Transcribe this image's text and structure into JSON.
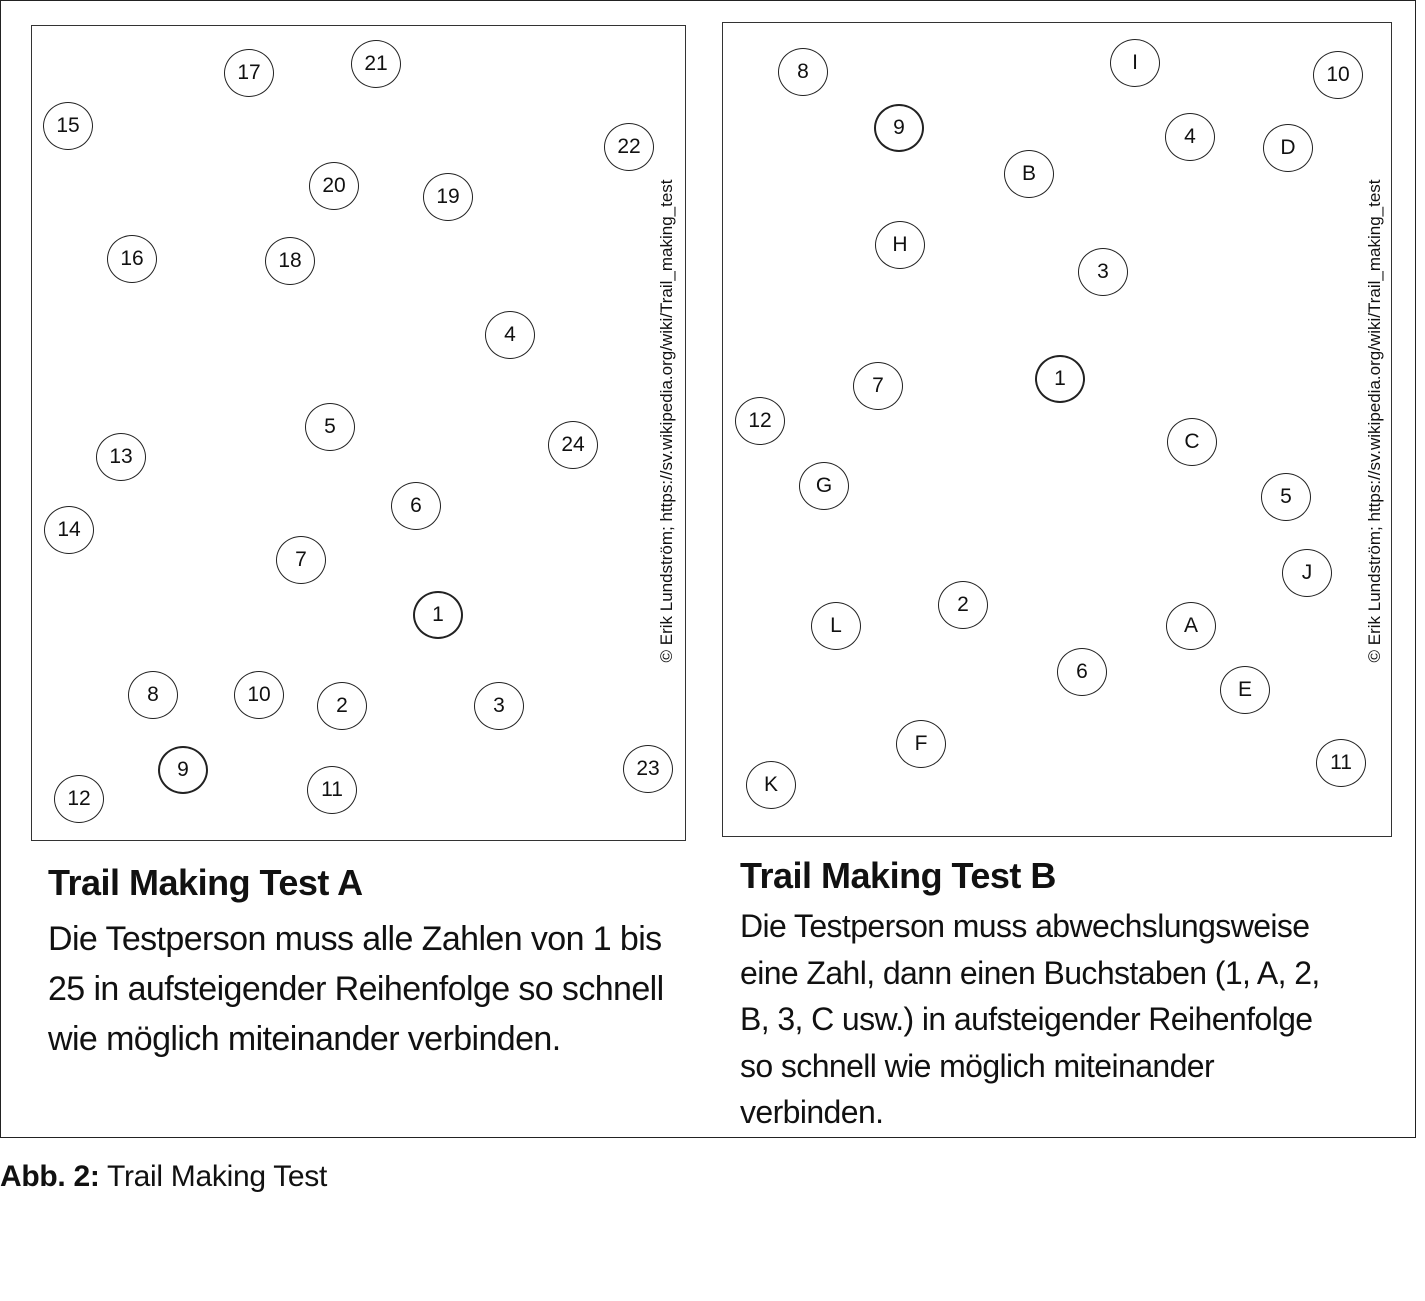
{
  "panel_a": {
    "credit": "© Erik Lundström; https://sv.wikipedia.org/wiki/Trail_making_test",
    "nodes": [
      "17",
      "21",
      "15",
      "22",
      "20",
      "19",
      "16",
      "18",
      "4",
      "5",
      "13",
      "24",
      "14",
      "6",
      "7",
      "1",
      "8",
      "10",
      "2",
      "3",
      "9",
      "23",
      "12",
      "11"
    ],
    "title": "Trail Making Test A",
    "body": "Die Testperson muss alle Zahlen von 1 bis 25 in aufsteigender Reihenfolge so schnell wie möglich miteinander verbinden."
  },
  "panel_b": {
    "credit": "© Erik Lundström; https://sv.wikipedia.org/wiki/Trail_making_test",
    "nodes": [
      "8",
      "I",
      "10",
      "9",
      "4",
      "D",
      "B",
      "H",
      "3",
      "7",
      "1",
      "12",
      "C",
      "G",
      "5",
      "J",
      "2",
      "L",
      "A",
      "6",
      "E",
      "F",
      "11",
      "K"
    ],
    "title": "Trail Making Test B",
    "body_lines": [
      "Die Testperson muss abwechslungsweise",
      "eine Zahl, dann einen Buchstaben (1, A, 2,",
      "B, 3, C usw.) in aufsteigender Reihenfolge",
      "so schnell wie möglich miteinander",
      "verbinden."
    ]
  },
  "figure_caption": {
    "label": "Abb. 2:",
    "text": " Trail Making Test"
  }
}
